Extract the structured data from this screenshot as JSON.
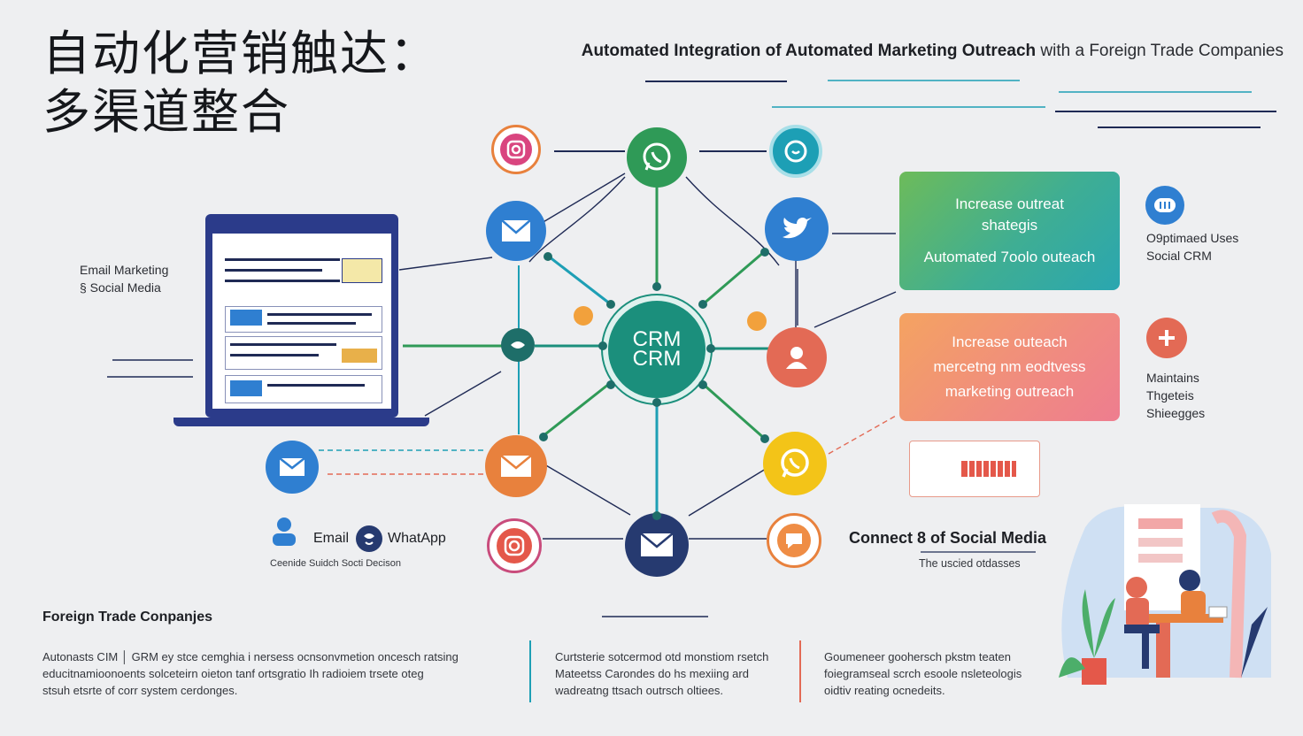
{
  "title_zh_line1": "自动化营销触达：",
  "title_zh_line2": "多渠道整合",
  "title_en_bold": "Automated Integration of Automated Marketing Outreach",
  "title_en_light": " with a Foreign Trade Companies",
  "hub": {
    "line1": "CRM",
    "line2": "CRM"
  },
  "laptop_label": {
    "line1": "Email Marketing",
    "line2": "§ Social Media"
  },
  "card_green": {
    "line1": "Increase outreat",
    "line2": "shategis",
    "line3": "Automated 7oolo outeach"
  },
  "card_orange": {
    "line1": "Increase outeach",
    "line2": "mercetng nm eodtvess",
    "line3": "marketing outreach"
  },
  "right_labels": {
    "top": {
      "line1": "O9ptimaed Uses",
      "line2": "Social CRM"
    },
    "bottom": {
      "line1": "Maintains",
      "line2": "Thgeteis",
      "line3": "Shieegges"
    }
  },
  "email_label": "Email",
  "whatsapp_label": "WhatApp",
  "email_sub": "Ceenide Suidch Socti Decison",
  "connect": {
    "title": "Connect 8 of Social Media",
    "sub": "The uscied otdasses"
  },
  "footer": {
    "heading": "Foreign Trade Conpanjes",
    "col1": [
      "Autonasts CIM │ GRM ey stce cemghia i nersess ocnsonvmetion oncesch  ratsing",
      "educitnamioonoents solceteirn oieton tanf ortsgratio Ih radioiem trsete oteg",
      "stsuh etsrte of corr system cerdonges."
    ],
    "col2": [
      "Curtsterie sotcermod otd monstiom rsetch",
      "Mateetss Carondes do hs mexiing ard",
      "wadreatng ttsach outrsch oltiees."
    ],
    "col3": [
      "Goumeneer goohersch pkstm teaten",
      "foiegramseal scrch esoole nsleteologis",
      "oidtiv reating ocnedeits."
    ]
  },
  "colors": {
    "hub": "#1b8f7c",
    "navy": "#263a70",
    "teal": "#1d9fb5",
    "green": "#2f9a57",
    "orange": "#e8813d",
    "red": "#e36a55",
    "yellow": "#f3c418",
    "blue": "#2f7fd1"
  }
}
